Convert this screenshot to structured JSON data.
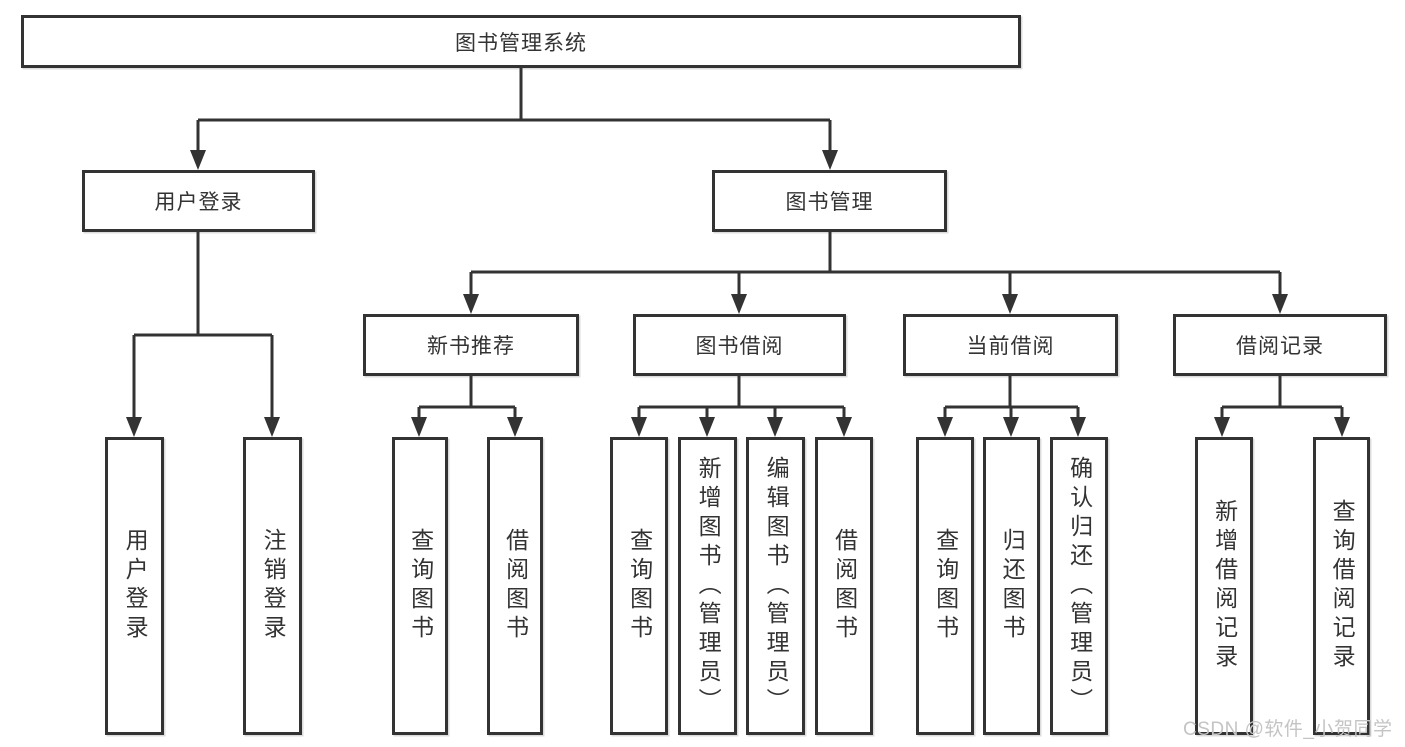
{
  "diagram": {
    "root": {
      "label": "图书管理系统"
    },
    "level2": [
      {
        "label": "用户登录"
      },
      {
        "label": "图书管理"
      }
    ],
    "level3": [
      {
        "label": "新书推荐",
        "parent": "图书管理"
      },
      {
        "label": "图书借阅",
        "parent": "图书管理"
      },
      {
        "label": "当前借阅",
        "parent": "图书管理"
      },
      {
        "label": "借阅记录",
        "parent": "图书管理"
      }
    ],
    "leaves": [
      {
        "label": "用户登录",
        "parent": "用户登录"
      },
      {
        "label": "注销登录",
        "parent": "用户登录"
      },
      {
        "label": "查询图书",
        "parent": "新书推荐"
      },
      {
        "label": "借阅图书",
        "parent": "新书推荐"
      },
      {
        "label": "查询图书",
        "parent": "图书借阅"
      },
      {
        "label": "新增图书（管理员）",
        "parent": "图书借阅"
      },
      {
        "label": "编辑图书（管理员）",
        "parent": "图书借阅"
      },
      {
        "label": "借阅图书",
        "parent": "图书借阅"
      },
      {
        "label": "查询图书",
        "parent": "当前借阅"
      },
      {
        "label": "归还图书",
        "parent": "当前借阅"
      },
      {
        "label": "确认归还（管理员）",
        "parent": "当前借阅"
      },
      {
        "label": "新增借阅记录",
        "parent": "借阅记录"
      },
      {
        "label": "查询借阅记录",
        "parent": "借阅记录"
      }
    ],
    "colors": {
      "line": "#333333",
      "text": "#333333",
      "background": "#ffffff"
    }
  },
  "watermark": {
    "text": "CSDN @软件_小贺同学",
    "color": "#c4c4c4"
  }
}
